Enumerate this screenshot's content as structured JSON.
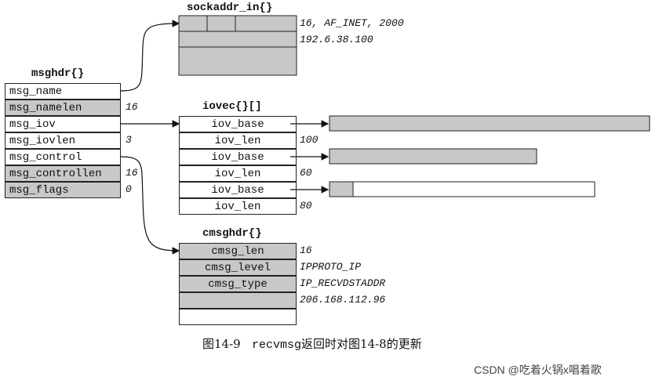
{
  "titles": {
    "msghdr": "msghdr{}",
    "sockaddr": "sockaddr_in{}",
    "iovec": "iovec{}[]",
    "cmsghdr": "cmsghdr{}"
  },
  "msghdr": [
    {
      "field": "msg_name",
      "value": ""
    },
    {
      "field": "msg_namelen",
      "value": "16"
    },
    {
      "field": "msg_iov",
      "value": ""
    },
    {
      "field": "msg_iovlen",
      "value": "3"
    },
    {
      "field": "msg_control",
      "value": ""
    },
    {
      "field": "msg_controllen",
      "value": "16"
    },
    {
      "field": "msg_flags",
      "value": "0"
    }
  ],
  "sockaddr": {
    "line1": "16, AF_INET, 2000",
    "line2": "192.6.38.100"
  },
  "iovec": [
    {
      "field": "iov_base",
      "value": ""
    },
    {
      "field": "iov_len",
      "value": "100"
    },
    {
      "field": "iov_base",
      "value": ""
    },
    {
      "field": "iov_len",
      "value": "60"
    },
    {
      "field": "iov_base",
      "value": ""
    },
    {
      "field": "iov_len",
      "value": "80"
    }
  ],
  "cmsghdr": [
    {
      "field": "cmsg_len",
      "value": "16"
    },
    {
      "field": "cmsg_level",
      "value": "IPPROTO_IP"
    },
    {
      "field": "cmsg_type",
      "value": "IP_RECVDSTADDR"
    },
    {
      "field": "",
      "value": "206.168.112.96"
    }
  ],
  "caption": {
    "fig": "图14-9",
    "code": "recvmsg",
    "rest": "返回时对图14-8的更新"
  },
  "watermark": "CSDN @吃着火锅x唱着歌",
  "colors": {
    "fill": "#c8c8c8",
    "stroke": "#222222"
  }
}
